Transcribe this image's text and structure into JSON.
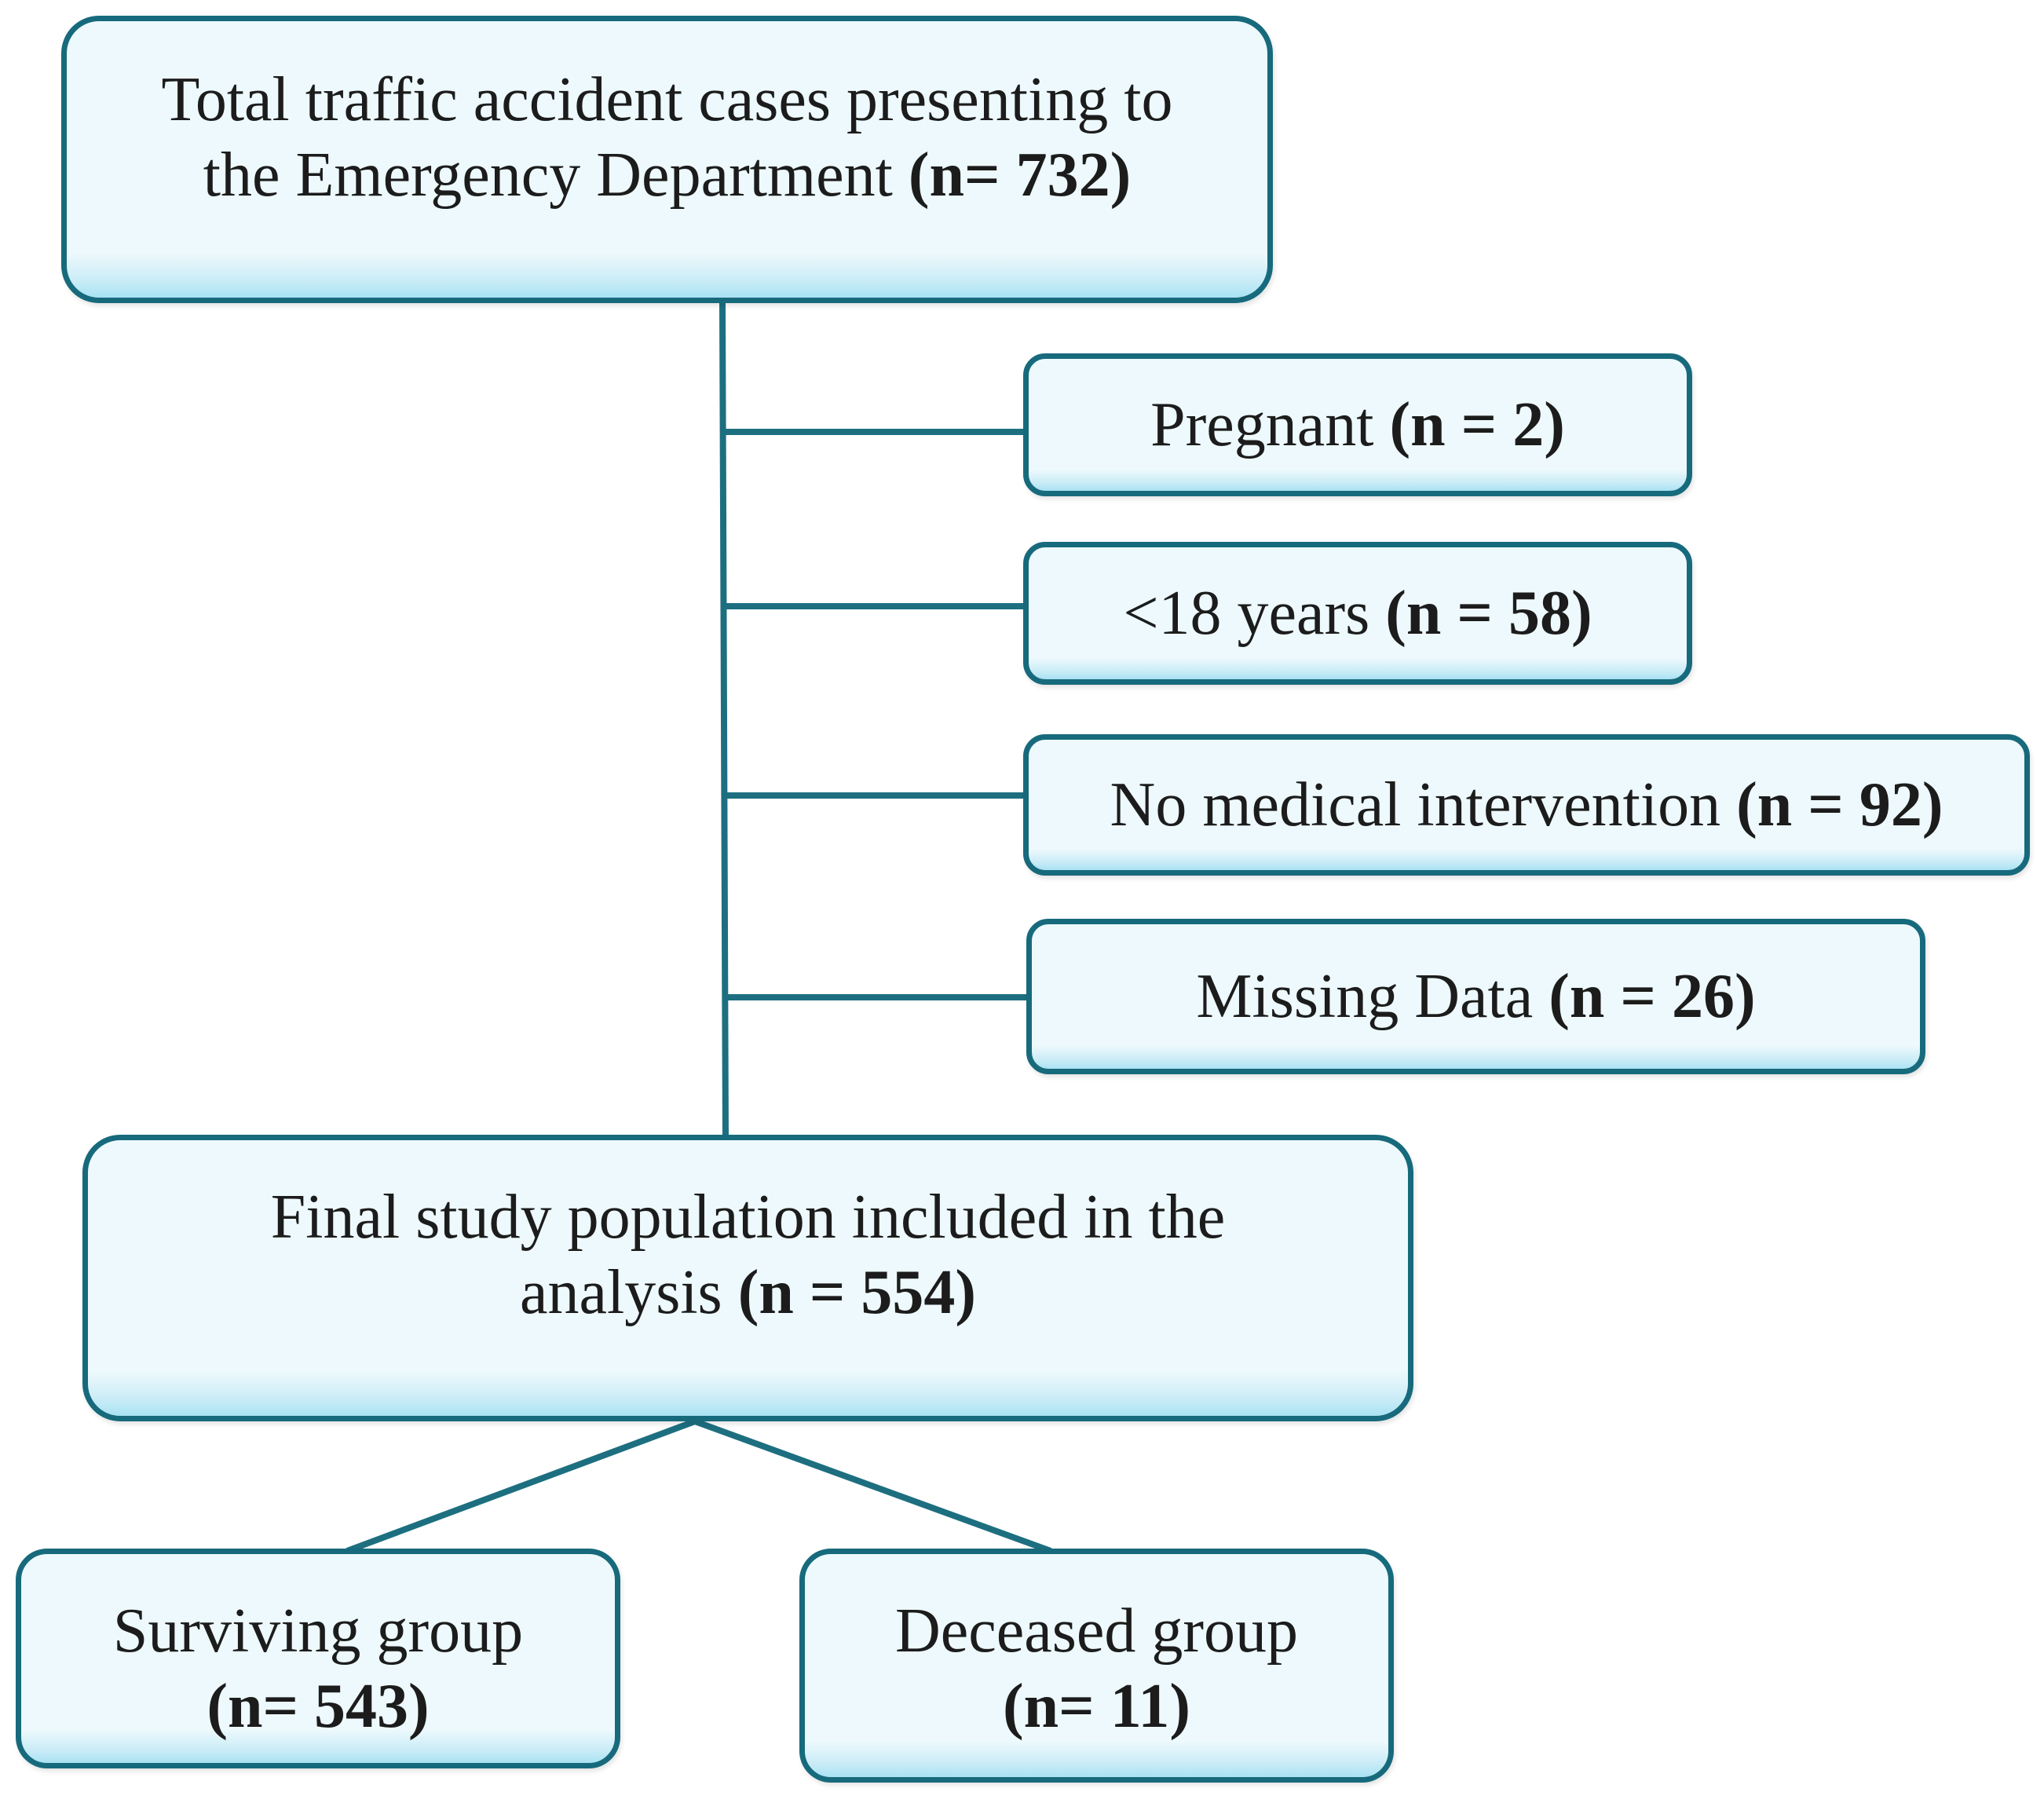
{
  "flowchart": {
    "total": {
      "line1": "Total traffic accident cases presenting to",
      "line2_text": "the Emergency Department",
      "line2_count": "(n= 732)"
    },
    "exclusions": [
      {
        "text": "Pregnant",
        "count": "(n = 2)"
      },
      {
        "text": "<18 years",
        "count": "(n = 58)"
      },
      {
        "text": "No medical intervention",
        "count": "(n = 92)"
      },
      {
        "text": "Missing Data",
        "count": "(n = 26)"
      }
    ],
    "final": {
      "line1": "Final study population included in the",
      "line2_text": "analysis",
      "line2_count": "(n = 554)"
    },
    "groups": [
      {
        "name": "Surviving group",
        "count": "(n= 543)"
      },
      {
        "name": "Deceased group",
        "count": "(n= 11)"
      }
    ]
  },
  "colors": {
    "border": "#176a7c",
    "connector": "#1d6f80",
    "fill": "#edf9fc",
    "fill_bottom": "#a9e2f3",
    "text": "#1c1c1c"
  }
}
